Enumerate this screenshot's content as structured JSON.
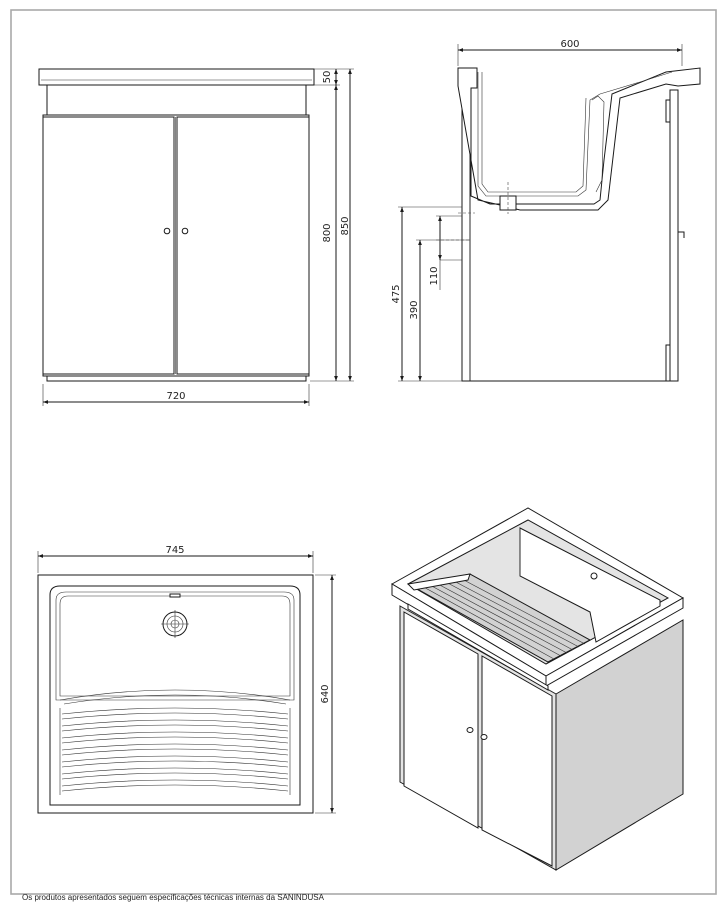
{
  "drawing": {
    "front_view": {
      "width_label": "720",
      "height_label": "800",
      "total_height_label": "850",
      "top_thickness_label": "50"
    },
    "side_view": {
      "depth_label": "600",
      "outlet_height_label": "475",
      "inner_height_label": "390",
      "gap_label": "110"
    },
    "top_view": {
      "width_label": "745",
      "depth_label": "640"
    }
  },
  "footer": {
    "note": "Os produtos apresentados seguem especificações técnicas internas da SANINDUSA"
  },
  "colors": {
    "line": "#1a1a1a",
    "frame": "#a9a9a9",
    "panel_fill": "#e4e4e4"
  }
}
